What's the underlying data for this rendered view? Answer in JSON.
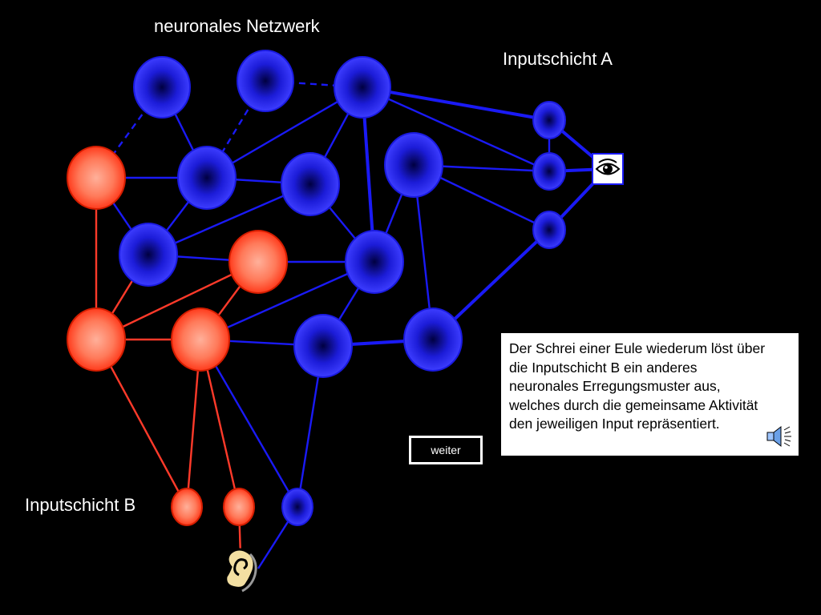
{
  "slide": {
    "title": "neuronales Netzwerk",
    "input_a_label": "Inputschicht A",
    "input_b_label": "Inputschicht B",
    "description": "Der Schrei einer Eule wiederum löst über die Inputschicht B ein anderes neuronales Erregungsmuster aus, welches durch die gemeinsame Aktivität den jeweiligen Input repräsentiert.",
    "next_button": "weiter"
  },
  "icons": {
    "eye": "eye-icon",
    "ear": "ear-icon",
    "speaker": "speaker-icon"
  },
  "colors": {
    "background": "#000000",
    "inactive_neuron": "#2a2af0",
    "active_neuron": "#ff6a4a",
    "inactive_connection": "#1a1af5",
    "active_connection": "#ff3a2a"
  }
}
